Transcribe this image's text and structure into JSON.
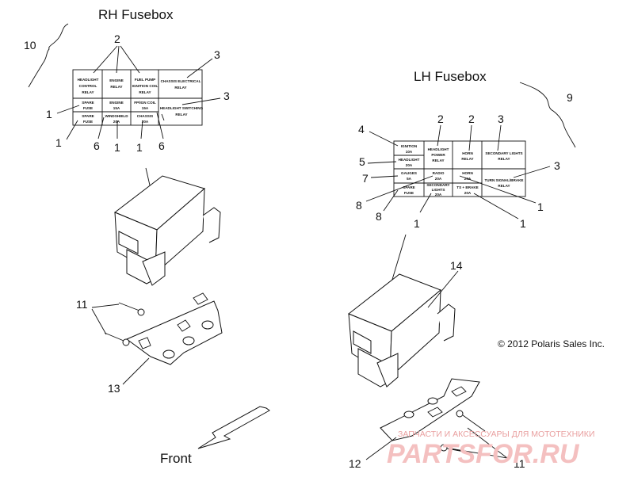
{
  "rh_fusebox": {
    "title": "RH Fusebox",
    "cells": [
      [
        "HEADLIGHT",
        "CONTROL",
        "RELAY"
      ],
      [
        "ENGINE",
        "RELAY"
      ],
      [
        "FUEL PUMP",
        "IGNITION COIL",
        "RELAY"
      ],
      [
        "CHASSIS ELECTRICAL",
        "RELAY"
      ],
      [
        "SPARE",
        "FUSE"
      ],
      [
        "ENGINE",
        "15A"
      ],
      [
        "FP/IGN COIL",
        "15A"
      ],
      [
        "HEADLIGHT SWITCHING",
        "RELAY"
      ],
      [
        "SPARE",
        "FUSE"
      ],
      [
        "WINDSHIELD",
        "20A"
      ],
      [
        "CHASSIS",
        "20A"
      ]
    ],
    "callouts": [
      "10",
      "2",
      "3",
      "3",
      "1",
      "1",
      "6",
      "1",
      "1",
      "6",
      "11",
      "13"
    ]
  },
  "lh_fusebox": {
    "title": "LH Fusebox",
    "cells": [
      [
        "IGNITION",
        "10A"
      ],
      [
        "HEADLIGHT",
        "20A"
      ],
      [
        "HEADLIGHT",
        "POWER",
        "RELAY"
      ],
      [
        "HORN",
        "RELAY"
      ],
      [
        "SECONDARY LIGHTS",
        "RELAY"
      ],
      [
        "GAUGES",
        "5A"
      ],
      [
        "RADIO",
        "20A"
      ],
      [
        "HORN",
        "20A"
      ],
      [
        "TURN SIGNAL/BRAKE",
        "RELAY"
      ],
      [
        "SPARE",
        "FUSE"
      ],
      [
        "SECONDARY",
        "LIGHTS",
        "20A"
      ],
      [
        "TS + BRAKE",
        "20A"
      ]
    ],
    "callouts": [
      "4",
      "2",
      "2",
      "3",
      "9",
      "5",
      "3",
      "7",
      "1",
      "8",
      "8",
      "1",
      "1",
      "14",
      "12",
      "11"
    ]
  },
  "front_label": "Front",
  "copyright": "© 2012 Polaris Sales Inc.",
  "watermark": {
    "top": "ЗАПЧАСТИ И АКСЕССУАРЫ ДЛЯ МОТОТЕХНИКИ",
    "main": "PARTSFOR.RU"
  }
}
